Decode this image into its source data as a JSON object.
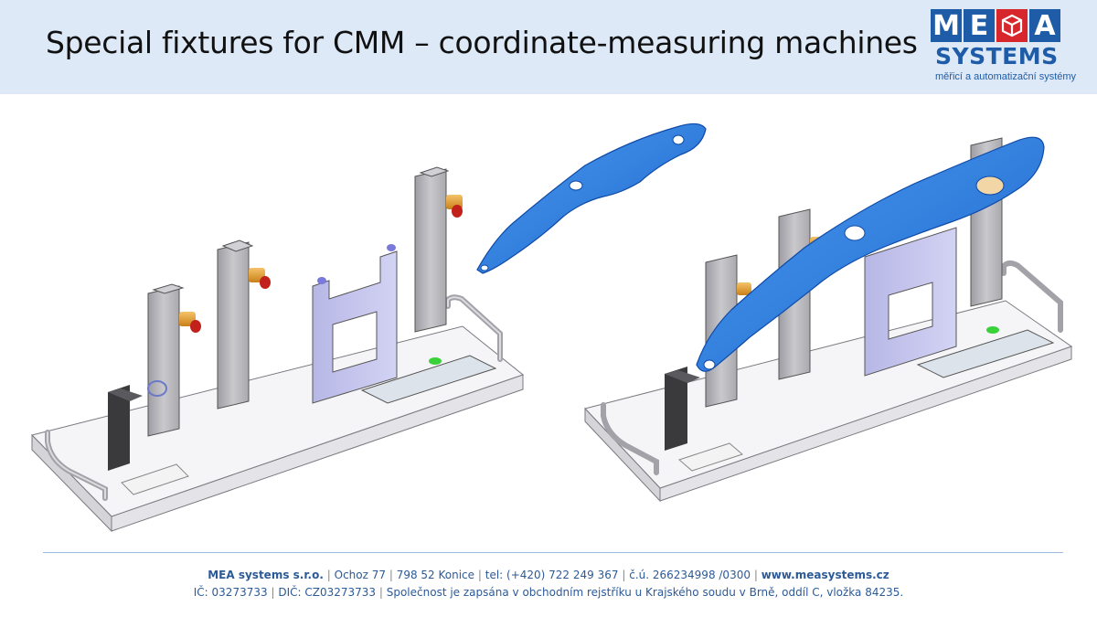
{
  "slide": {
    "title": "Special fixtures for CMM – coordinate-measuring machines"
  },
  "logo": {
    "letters": [
      "M",
      "E",
      "A"
    ],
    "wordmark": "SYSTEMS",
    "tagline": "měřicí a automatizační systémy",
    "colors": {
      "blue": "#1f5ca8",
      "red": "#d8262d"
    }
  },
  "footer": {
    "company": "MEA systems s.r.o.",
    "street": "Ochoz 77",
    "city": "798 52 Konice",
    "phone": "tel: (+420) 722 249 367",
    "account": "č.ú. 266234998 /0300",
    "web": "www.measystems.cz",
    "ic": "IČ: 03273733",
    "dic": "DIČ: CZ03273733",
    "registry": "Společnost je zapsána v obchodním rejstříku u Krajského soudu v Brně, oddíl C, vložka 84235."
  },
  "colors": {
    "header_bg": "#dde9f7",
    "part_blue": "#2b7fe0",
    "post_grey": "#b9b9be",
    "frame_lavender": "#c9c9ef"
  }
}
